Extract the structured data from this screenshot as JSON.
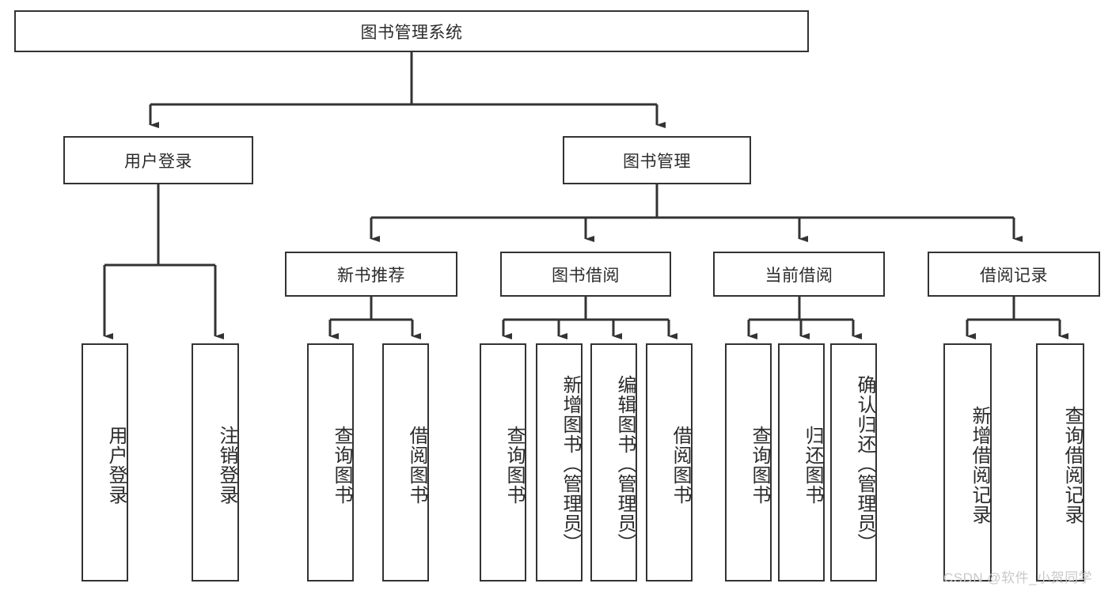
{
  "diagram": {
    "type": "tree-hierarchy-chart",
    "title": "图书管理系统",
    "root": {
      "label": "图书管理系统"
    },
    "level1": [
      {
        "label": "用户登录"
      },
      {
        "label": "图书管理"
      }
    ],
    "level2": [
      {
        "label": "新书推荐"
      },
      {
        "label": "图书借阅"
      },
      {
        "label": "当前借阅"
      },
      {
        "label": "借阅记录"
      }
    ],
    "leaves": {
      "user_login": [
        {
          "label": "用户登录"
        },
        {
          "label": "注销登录"
        }
      ],
      "new_book_recommend": [
        {
          "label": "查询图书"
        },
        {
          "label": "借阅图书"
        }
      ],
      "book_borrow": [
        {
          "label": "查询图书"
        },
        {
          "label": "新增图书（管理员）"
        },
        {
          "label": "编辑图书（管理员）"
        },
        {
          "label": "借阅图书"
        }
      ],
      "current_borrow": [
        {
          "label": "查询图书"
        },
        {
          "label": "归还图书"
        },
        {
          "label": "确认归还（管理员）"
        }
      ],
      "borrow_record": [
        {
          "label": "新增借阅记录"
        },
        {
          "label": "查询借阅记录"
        }
      ]
    },
    "watermark": "CSDN @软件_小贺同学",
    "colors": {
      "border": "#333333",
      "text": "#2b2b2b",
      "background": "#ffffff",
      "watermark": "#c9c9c9"
    }
  }
}
